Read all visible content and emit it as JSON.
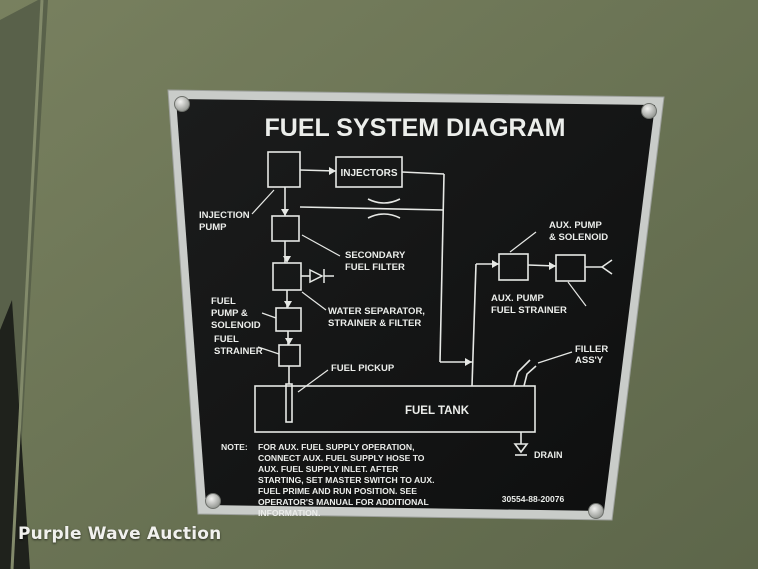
{
  "plate": {
    "title": "FUEL SYSTEM DIAGRAM",
    "part_number": "30554-88-20076"
  },
  "labels": {
    "injectors": "INJECTORS",
    "injection_pump_1": "INJECTION",
    "injection_pump_2": "PUMP",
    "secondary_filter_1": "SECONDARY",
    "secondary_filter_2": "FUEL FILTER",
    "fuel_pump_1": "FUEL",
    "fuel_pump_2": "PUMP &",
    "fuel_pump_3": "SOLENOID",
    "water_sep_1": "WATER SEPARATOR,",
    "water_sep_2": "STRAINER & FILTER",
    "fuel_strainer_1": "FUEL",
    "fuel_strainer_2": "STRAINER",
    "fuel_pickup": "FUEL PICKUP",
    "aux_pump_1": "AUX. PUMP",
    "aux_pump_2": "& SOLENOID",
    "aux_strainer_1": "AUX. PUMP",
    "aux_strainer_2": "FUEL STRAINER",
    "filler_1": "FILLER",
    "filler_2": "ASS'Y",
    "fuel_tank": "FUEL TANK",
    "drain": "DRAIN"
  },
  "note": {
    "heading": "NOTE:",
    "lines": [
      "FOR AUX. FUEL SUPPLY OPERATION,",
      "CONNECT AUX. FUEL SUPPLY HOSE TO",
      "AUX. FUEL SUPPLY INLET.  AFTER",
      "STARTING, SET MASTER SWITCH TO AUX.",
      "FUEL PRIME AND RUN POSITION.  SEE",
      "OPERATOR'S MANUAL FOR ADDITIONAL",
      "INFORMATION."
    ]
  },
  "watermark": "Purple Wave Auction",
  "colors": {
    "wall": "#6d7656",
    "plate_frame": "#c9ccc9",
    "plate_face": "#131414",
    "ink": "#e9ebe8"
  }
}
